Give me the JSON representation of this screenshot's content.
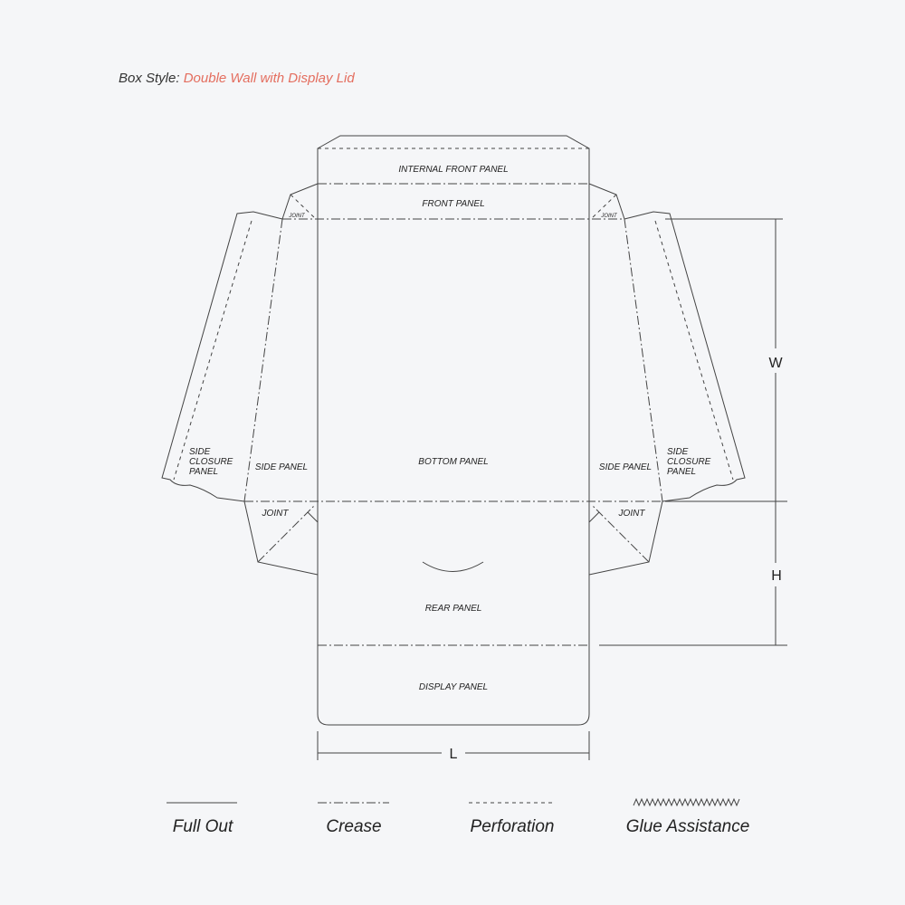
{
  "header": {
    "label": "Box Style:",
    "value": "Double Wall with Display Lid"
  },
  "panels": {
    "internal_front": "INTERNAL FRONT PANEL",
    "front": "FRONT PANEL",
    "bottom": "BOTTOM PANEL",
    "rear": "REAR PANEL",
    "display": "DISPLAY PANEL",
    "side_left": "SIDE PANEL",
    "side_right": "SIDE PANEL",
    "closure_l1": "SIDE",
    "closure_l2": "CLOSURE",
    "closure_l3": "PANEL",
    "joint": "JOINT"
  },
  "dimensions": {
    "w": "W",
    "h": "H",
    "l": "L"
  },
  "legend": {
    "full_out": "Full Out",
    "crease": "Crease",
    "perforation": "Perforation",
    "glue": "Glue Assistance"
  },
  "colors": {
    "accent": "#e46e5f"
  }
}
